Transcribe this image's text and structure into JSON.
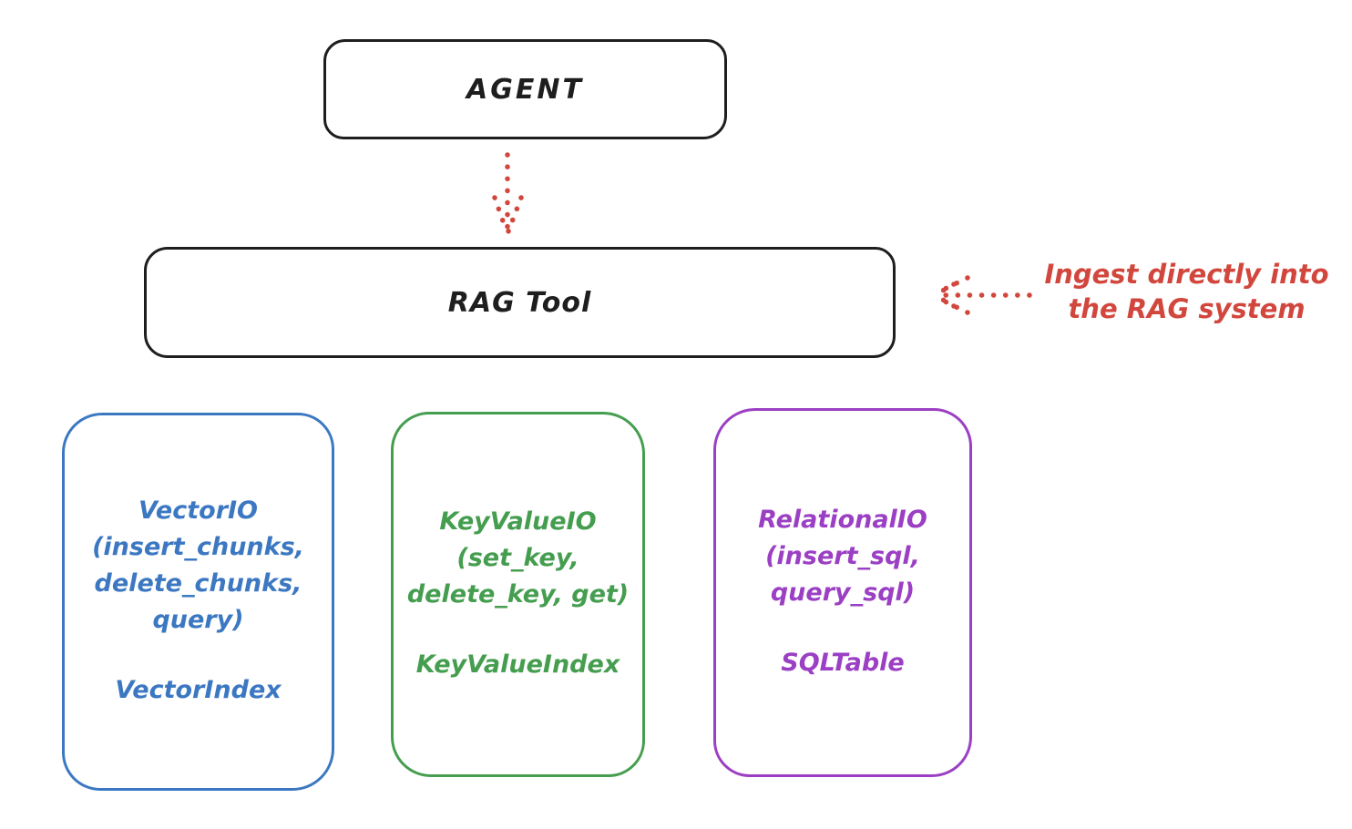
{
  "canvas": {
    "background": "#ffffff"
  },
  "nodes": {
    "agent": {
      "label": "AGENT",
      "stroke": "#1e1e1e"
    },
    "rag_tool": {
      "label": "RAG Tool",
      "stroke": "#1e1e1e"
    },
    "vector_io": {
      "lines": [
        "VectorIO",
        "(insert_chunks,",
        "delete_chunks,",
        "query)"
      ],
      "footer": "VectorIndex",
      "stroke": "#3c78c2"
    },
    "key_value_io": {
      "lines": [
        "KeyValueIO",
        "(set_key,",
        "delete_key, get)"
      ],
      "footer": "KeyValueIndex",
      "stroke": "#459e4f"
    },
    "relational_io": {
      "lines": [
        "RelationalIO",
        "(insert_sql,",
        "query_sql)"
      ],
      "footer": "SQLTable",
      "stroke": "#9b3fc4"
    }
  },
  "annotation": {
    "line1": "Ingest directly into",
    "line2": "the RAG system",
    "color": "#d2473d"
  },
  "arrows": {
    "agent_to_rag": {
      "style": "dotted",
      "direction": "down",
      "color": "#d2473d"
    },
    "ingest_to_rag": {
      "style": "dotted",
      "direction": "left",
      "color": "#d2473d"
    }
  }
}
